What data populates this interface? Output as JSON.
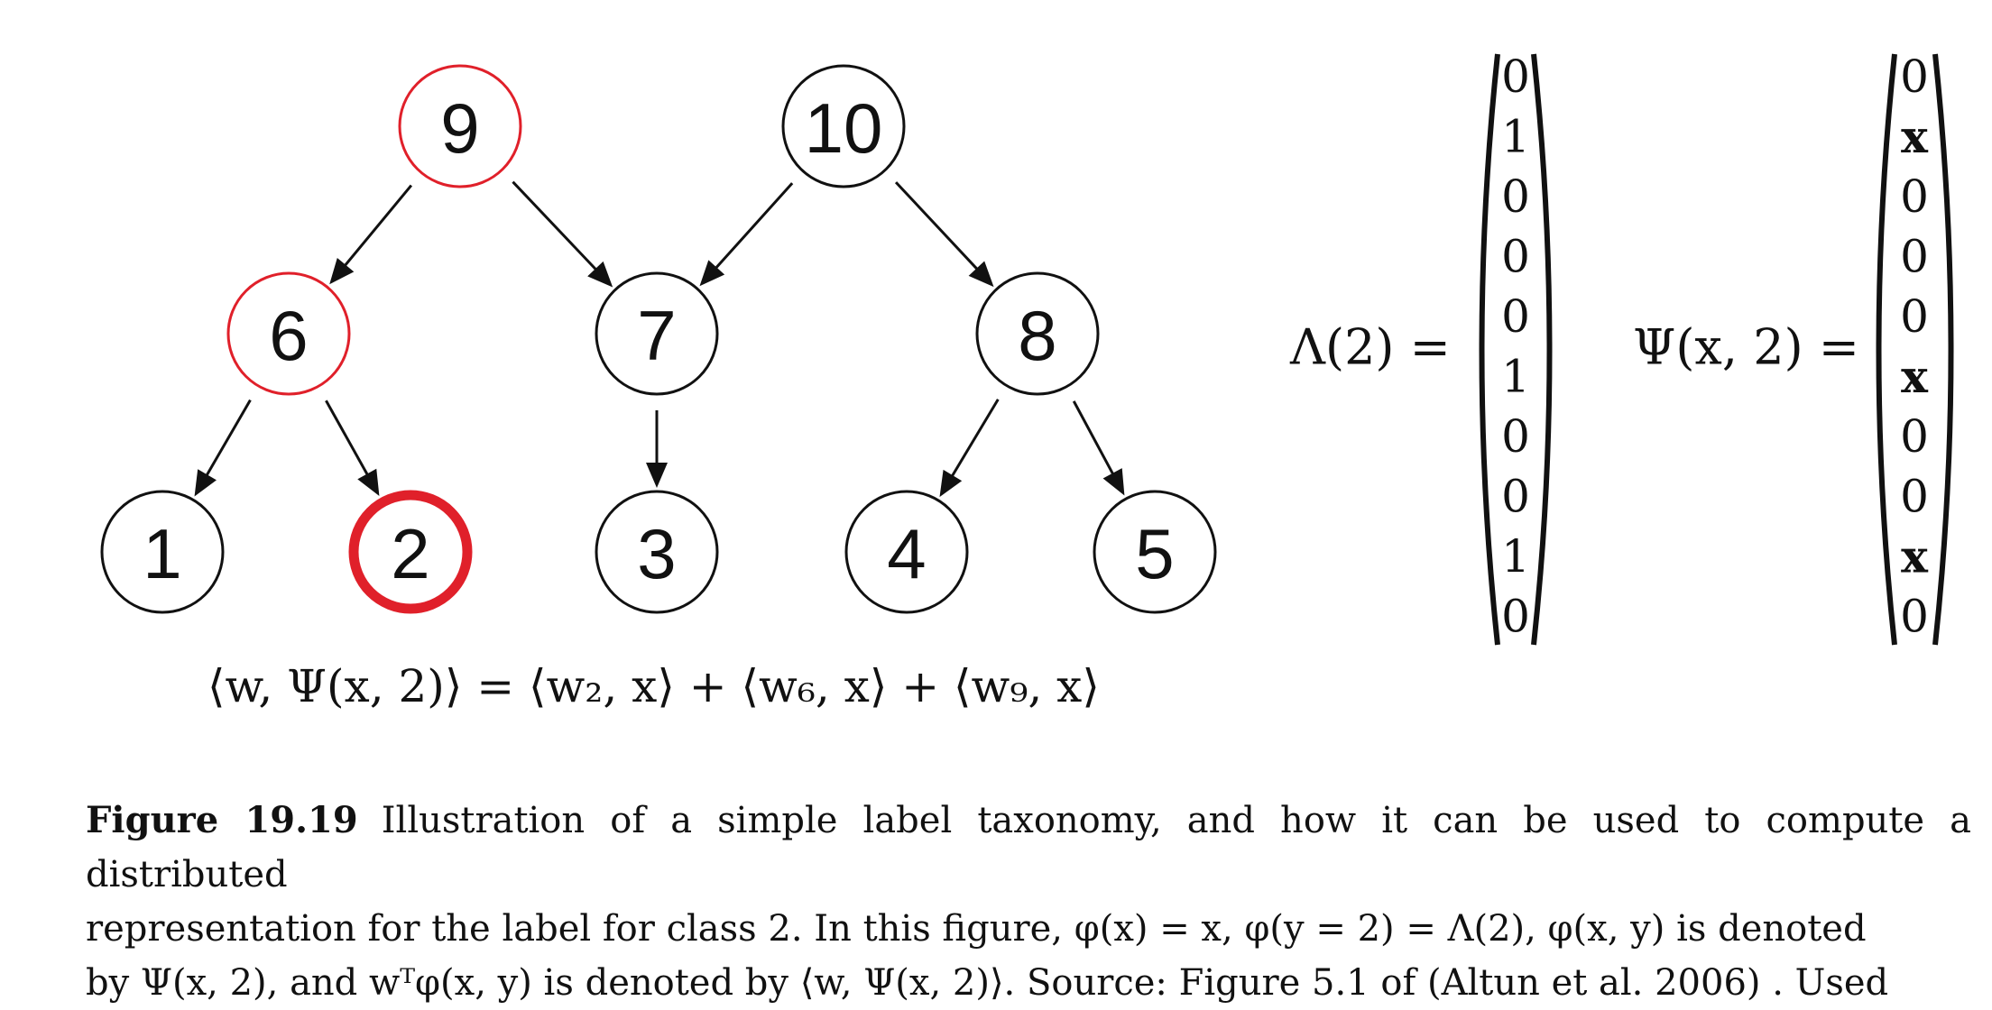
{
  "tree": {
    "nodes": [
      {
        "id": "9",
        "highlight": "red"
      },
      {
        "id": "10",
        "highlight": "none"
      },
      {
        "id": "6",
        "highlight": "red"
      },
      {
        "id": "7",
        "highlight": "none"
      },
      {
        "id": "8",
        "highlight": "none"
      },
      {
        "id": "1",
        "highlight": "none"
      },
      {
        "id": "2",
        "highlight": "bold-red"
      },
      {
        "id": "3",
        "highlight": "none"
      },
      {
        "id": "4",
        "highlight": "none"
      },
      {
        "id": "5",
        "highlight": "none"
      }
    ],
    "edges": [
      [
        "9",
        "6"
      ],
      [
        "9",
        "7"
      ],
      [
        "10",
        "7"
      ],
      [
        "10",
        "8"
      ],
      [
        "6",
        "1"
      ],
      [
        "6",
        "2"
      ],
      [
        "7",
        "3"
      ],
      [
        "8",
        "4"
      ],
      [
        "8",
        "5"
      ]
    ]
  },
  "equation": "⟨w, Ψ(x, 2)⟩ = ⟨w₂, x⟩ + ⟨w₆, x⟩ + ⟨w₉, x⟩",
  "lambda_vector": {
    "label": "Λ(2) =",
    "entries": [
      "0",
      "1",
      "0",
      "0",
      "0",
      "1",
      "0",
      "0",
      "1",
      "0"
    ]
  },
  "psi_vector": {
    "label": "Ψ(x, 2) =",
    "entries": [
      "0",
      "x",
      "0",
      "0",
      "0",
      "x",
      "0",
      "0",
      "x",
      "0"
    ]
  },
  "caption": {
    "figure_label": "Figure 19.19",
    "line1": "Illustration of a simple label taxonomy, and how it can be used to compute a distributed",
    "line2": "representation for the label for class 2. In this figure, φ(x) = x, φ(y = 2) = Λ(2), φ(x, y) is denoted",
    "line3": "by Ψ(x, 2), and wᵀφ(x, y) is denoted by ⟨w, Ψ(x, 2)⟩.   Source: Figure 5.1 of (Altun et al. 2006) . Used"
  },
  "colors": {
    "highlight_red": "#e0202a",
    "ink": "#111111"
  }
}
